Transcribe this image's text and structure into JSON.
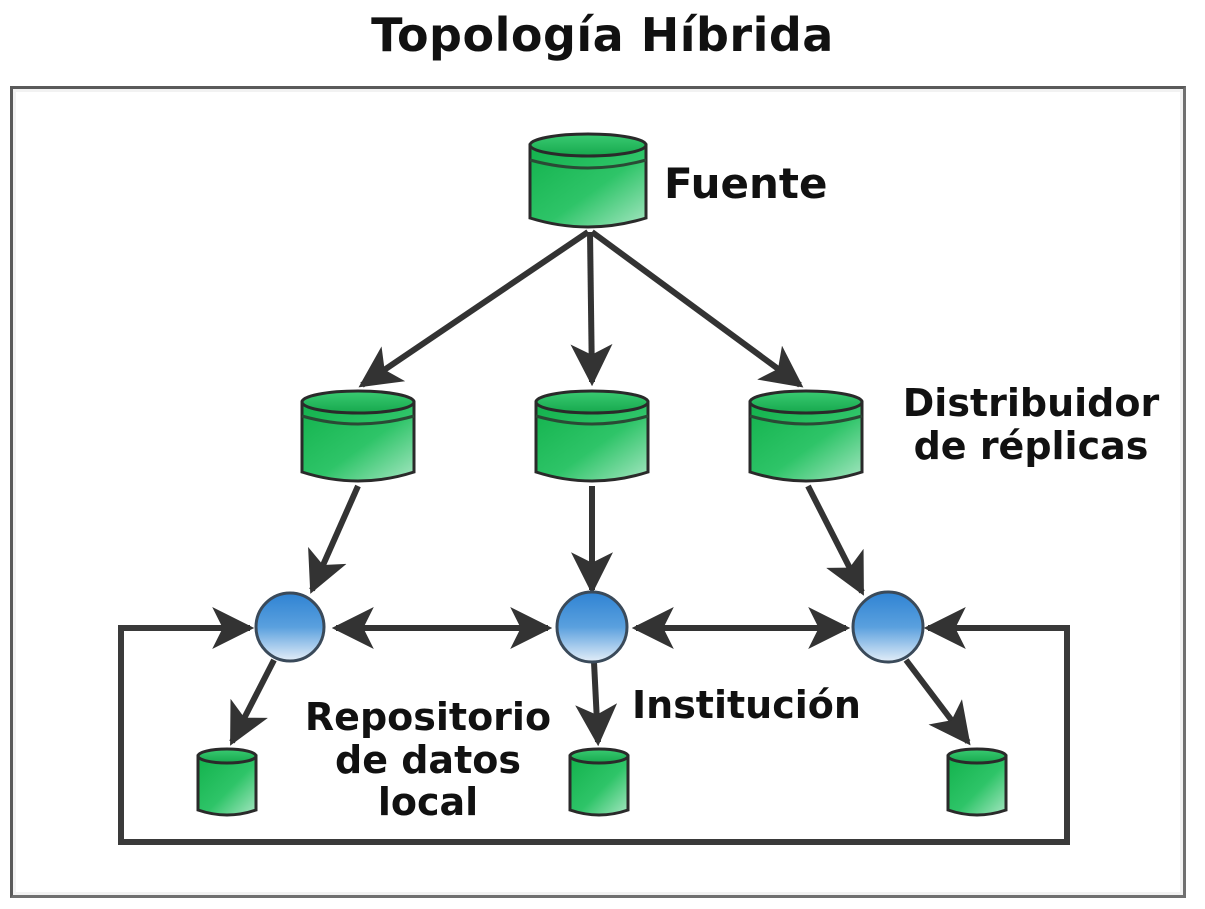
{
  "title": "Topología Híbrida",
  "labels": {
    "source": "Fuente",
    "distributor_line1": "Distribuidor",
    "distributor_line2": "de réplicas",
    "repository_line1": "Repositorio",
    "repository_line2": "de datos",
    "repository_line3": "local",
    "institution": "Institución"
  },
  "colors": {
    "database_fill": "#1fbf5c",
    "database_light": "#8fe0b0",
    "node_fill": "#3b8fd9",
    "node_light": "#d9e9f7",
    "arrow": "#333333",
    "frame": "#5a5a5a"
  },
  "nodes": {
    "source": {
      "type": "database",
      "role": "source",
      "name": "Fuente"
    },
    "distributors": [
      {
        "type": "database",
        "role": "distributor"
      },
      {
        "type": "database",
        "role": "distributor"
      },
      {
        "type": "database",
        "role": "distributor"
      }
    ],
    "institutions": [
      {
        "type": "institution-node"
      },
      {
        "type": "institution-node"
      },
      {
        "type": "institution-node"
      }
    ],
    "local_repositories": [
      {
        "type": "database",
        "role": "local-repository"
      },
      {
        "type": "database",
        "role": "local-repository"
      },
      {
        "type": "database",
        "role": "local-repository"
      }
    ]
  },
  "edges": [
    {
      "from": "source",
      "to": "distributor-1",
      "direction": "forward"
    },
    {
      "from": "source",
      "to": "distributor-2",
      "direction": "forward"
    },
    {
      "from": "source",
      "to": "distributor-3",
      "direction": "forward"
    },
    {
      "from": "distributor-1",
      "to": "institution-1",
      "direction": "forward"
    },
    {
      "from": "distributor-2",
      "to": "institution-2",
      "direction": "forward"
    },
    {
      "from": "distributor-3",
      "to": "institution-3",
      "direction": "forward"
    },
    {
      "from": "institution-1",
      "to": "institution-2",
      "direction": "both"
    },
    {
      "from": "institution-2",
      "to": "institution-3",
      "direction": "both"
    },
    {
      "from": "institution-1",
      "to": "local-repo-1",
      "direction": "forward"
    },
    {
      "from": "institution-2",
      "to": "local-repo-2",
      "direction": "forward"
    },
    {
      "from": "institution-3",
      "to": "local-repo-3",
      "direction": "forward"
    },
    {
      "from": "loop",
      "to": "institution-1",
      "direction": "forward"
    },
    {
      "from": "loop",
      "to": "institution-3",
      "direction": "forward"
    }
  ]
}
